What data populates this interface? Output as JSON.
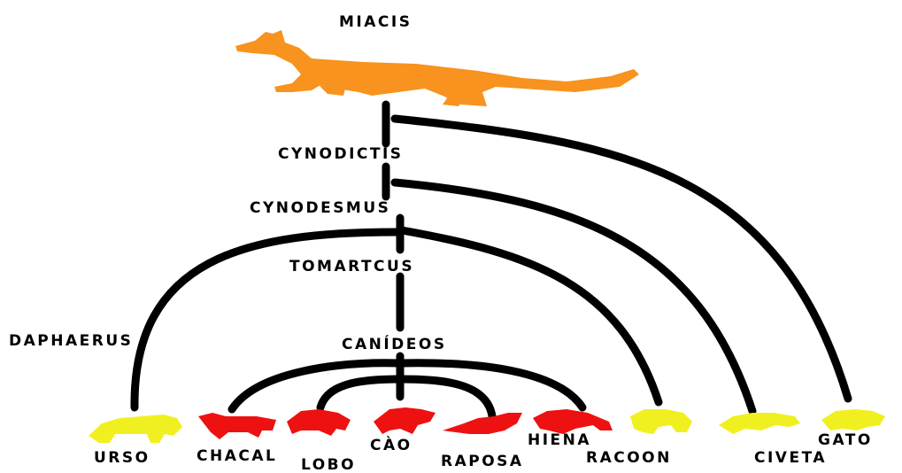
{
  "labels": {
    "miacis": "MIACIS",
    "cynodictis": "CYNODICTIS",
    "cynodesmus": "CYNODESMUS",
    "tomartcus": "TOMARTCUS",
    "daphaerus": "DAPHAERUS",
    "canideos": "CANÍDEOS"
  },
  "species": {
    "urso": "URSO",
    "chacal": "CHACAL",
    "lobo": "LOBO",
    "cao": "CÀO",
    "raposa": "RAPOSA",
    "hiena": "HIENA",
    "racoon": "RACOON",
    "civeta": "CIVETA",
    "gato": "GATO"
  },
  "colors": {
    "ancestor": "#f7931e",
    "canid": "#ee1111",
    "other": "#f0f020",
    "line": "#000000"
  }
}
